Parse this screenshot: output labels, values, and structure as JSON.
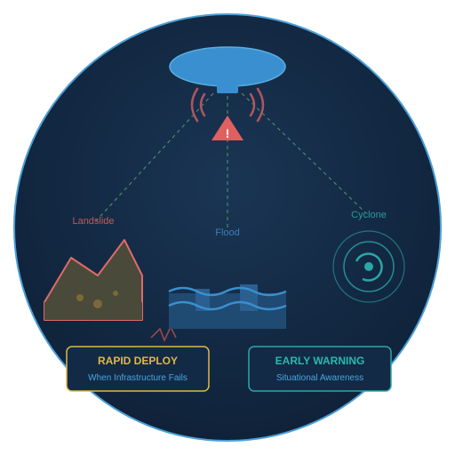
{
  "colors": {
    "background_dark": "#0f2239",
    "background_light": "#1a3554",
    "ring": "#4a9fd6",
    "dish": "#3a8fd0",
    "alert": "#e06060",
    "landslide": "#e06a6a",
    "flood": "#3a7fb8",
    "cyclone": "#2aa8a8",
    "rapid_accent": "#e0b84a",
    "early_accent": "#2aa8a8",
    "card_text_sub": "#4aa6e0"
  },
  "icons": {
    "top": "satellite-dish-icon",
    "alert": "warning-triangle-icon",
    "landslide": "landslide-icon",
    "flood": "flood-waves-icon",
    "cyclone": "cyclone-icon"
  },
  "alert_symbol": "!",
  "hazards": {
    "landslide": "Landslide",
    "flood": "Flood",
    "cyclone": "Cyclone"
  },
  "cards": {
    "rapid": {
      "title": "RAPID DEPLOY",
      "subtitle": "When Infrastructure Fails"
    },
    "early": {
      "title": "EARLY WARNING",
      "subtitle": "Situational Awareness"
    }
  }
}
